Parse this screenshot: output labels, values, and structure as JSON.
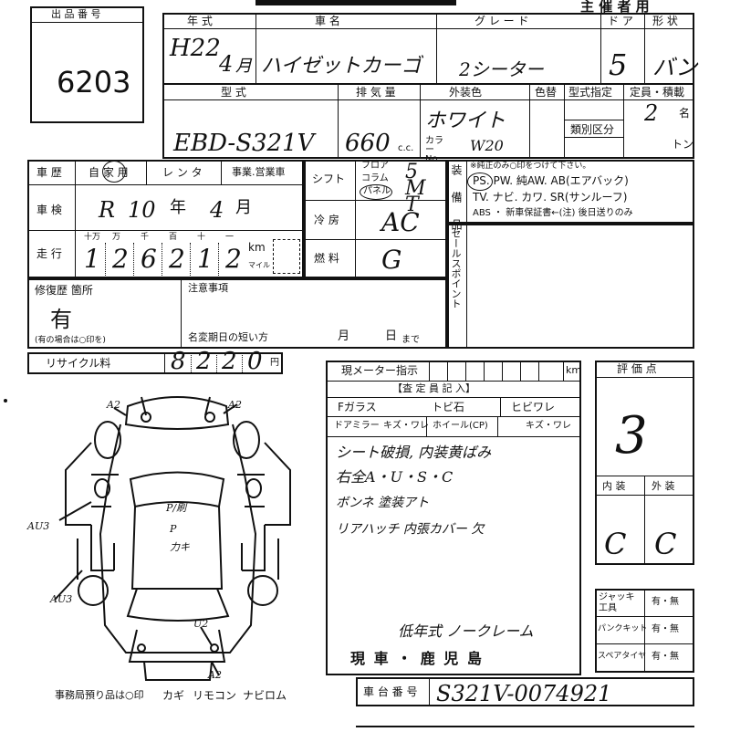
{
  "header": {
    "title_right": "主 催 者 用"
  },
  "lot": {
    "label": "出 品 番 号",
    "number": "6203"
  },
  "row1": {
    "labels": {
      "year": "年 式",
      "name": "車 名",
      "grade": "グ レ ー ド",
      "doors": "ド ア",
      "shape": "形 状"
    },
    "values": {
      "year": "H22",
      "month": "4",
      "month_unit": "月",
      "name": "ハイゼットカーゴ",
      "grade": "2シーター",
      "doors": "5",
      "shape": "バン"
    }
  },
  "row2": {
    "labels": {
      "model": "型 式",
      "displacement": "排 気 量",
      "exterior": "外装色",
      "color_change": "色替",
      "model_designation": "型式指定",
      "capacity": "定員・積載",
      "category": "類別区分",
      "color_no": "カラーNo.",
      "cc": "c.c.",
      "persons": "名",
      "tons": "トン"
    },
    "values": {
      "model": "EBD-S321V",
      "displacement": "660",
      "exterior": "ホワイト",
      "color_code": "W20",
      "capacity": "2"
    }
  },
  "history": {
    "labels": {
      "history": "車 歴",
      "own": "自 家 用",
      "rental": "レ ン タ",
      "business": "事業.営業車",
      "inspection": "車 検",
      "mileage": "走 行",
      "km": "km",
      "mile": "マイル"
    },
    "inspection": {
      "era": "R",
      "year": "10",
      "year_unit": "年",
      "month": "4",
      "month_unit": "月"
    },
    "digit_headers": [
      "十万",
      "万",
      "千",
      "百",
      "十",
      "一"
    ],
    "digits": [
      "1",
      "2",
      "6",
      "2",
      "1",
      "2"
    ]
  },
  "specs": {
    "labels": {
      "shift": "シフト",
      "floor": "フロア",
      "column": "コラム",
      "panel": "パネル",
      "ac": "冷 房",
      "fuel": "燃 料"
    },
    "values": {
      "shift": "5MT",
      "ac": "AC",
      "fuel": "G"
    }
  },
  "equipment": {
    "label": "装 備 品",
    "note": "※純正のみ○印をつけて下さい。",
    "line1": "PS. PW. 純AW. AB(エアバック)",
    "line2": "TV. ナビ. カワ. SR(サンルーフ)",
    "line3": "ABS ・ 新車保証書←(注) 後日送りのみ"
  },
  "sales_point": {
    "label": "セールスポイント"
  },
  "repair": {
    "label": "修復歴 箇所",
    "value": "有",
    "note": "(有の場合は○印を)"
  },
  "caution": {
    "label": "注意事項",
    "short_label": "名変期日の短い方",
    "month": "月",
    "day": "日",
    "made": "まで"
  },
  "recycle": {
    "label": "リサイクル料",
    "digits": [
      "8",
      "2",
      "2",
      "0"
    ],
    "yen": "円"
  },
  "meter": {
    "label": "現メーター指示",
    "unit": "km"
  },
  "inspector": {
    "title": "【査 定 員 記 入】",
    "row1": [
      "Fガラス",
      "トビ石",
      "ヒビワレ"
    ],
    "row2": [
      "ドアミラー",
      "キズ・ワレ",
      "ホイール(CP)",
      "キズ・ワレ"
    ],
    "notes": [
      "シート破損, 内装黄ばみ",
      "右全A・U・S・C",
      "ボンネ 塗装アト",
      "リアハッチ 内張カバー 欠"
    ],
    "bottom_note": "低年式 ノークレーム"
  },
  "grade": {
    "label": "評 価 点",
    "value": "3",
    "interior_label": "内 装",
    "exterior_label": "外 装",
    "interior": "C",
    "exterior": "C"
  },
  "tools": [
    {
      "label": "ジャッキ工具",
      "options": "有・無"
    },
    {
      "label": "パンクキット",
      "options": "有・無"
    },
    {
      "label": "スペアタイヤ",
      "options": "有・無"
    }
  ],
  "location": {
    "text": "現 車 ・ 鹿 児 島"
  },
  "chassis": {
    "label": "車 台 番 号",
    "value": "S321V-0074921"
  },
  "diagram": {
    "marks": [
      "A2",
      "A2",
      "AU3",
      "AU3",
      "U2",
      "A2"
    ],
    "center_marks": [
      "P/刷",
      "P",
      "力キ"
    ],
    "office_note": "事務局預り品は○印",
    "items": [
      "カギ",
      "リモコン",
      "ナビロム"
    ]
  }
}
